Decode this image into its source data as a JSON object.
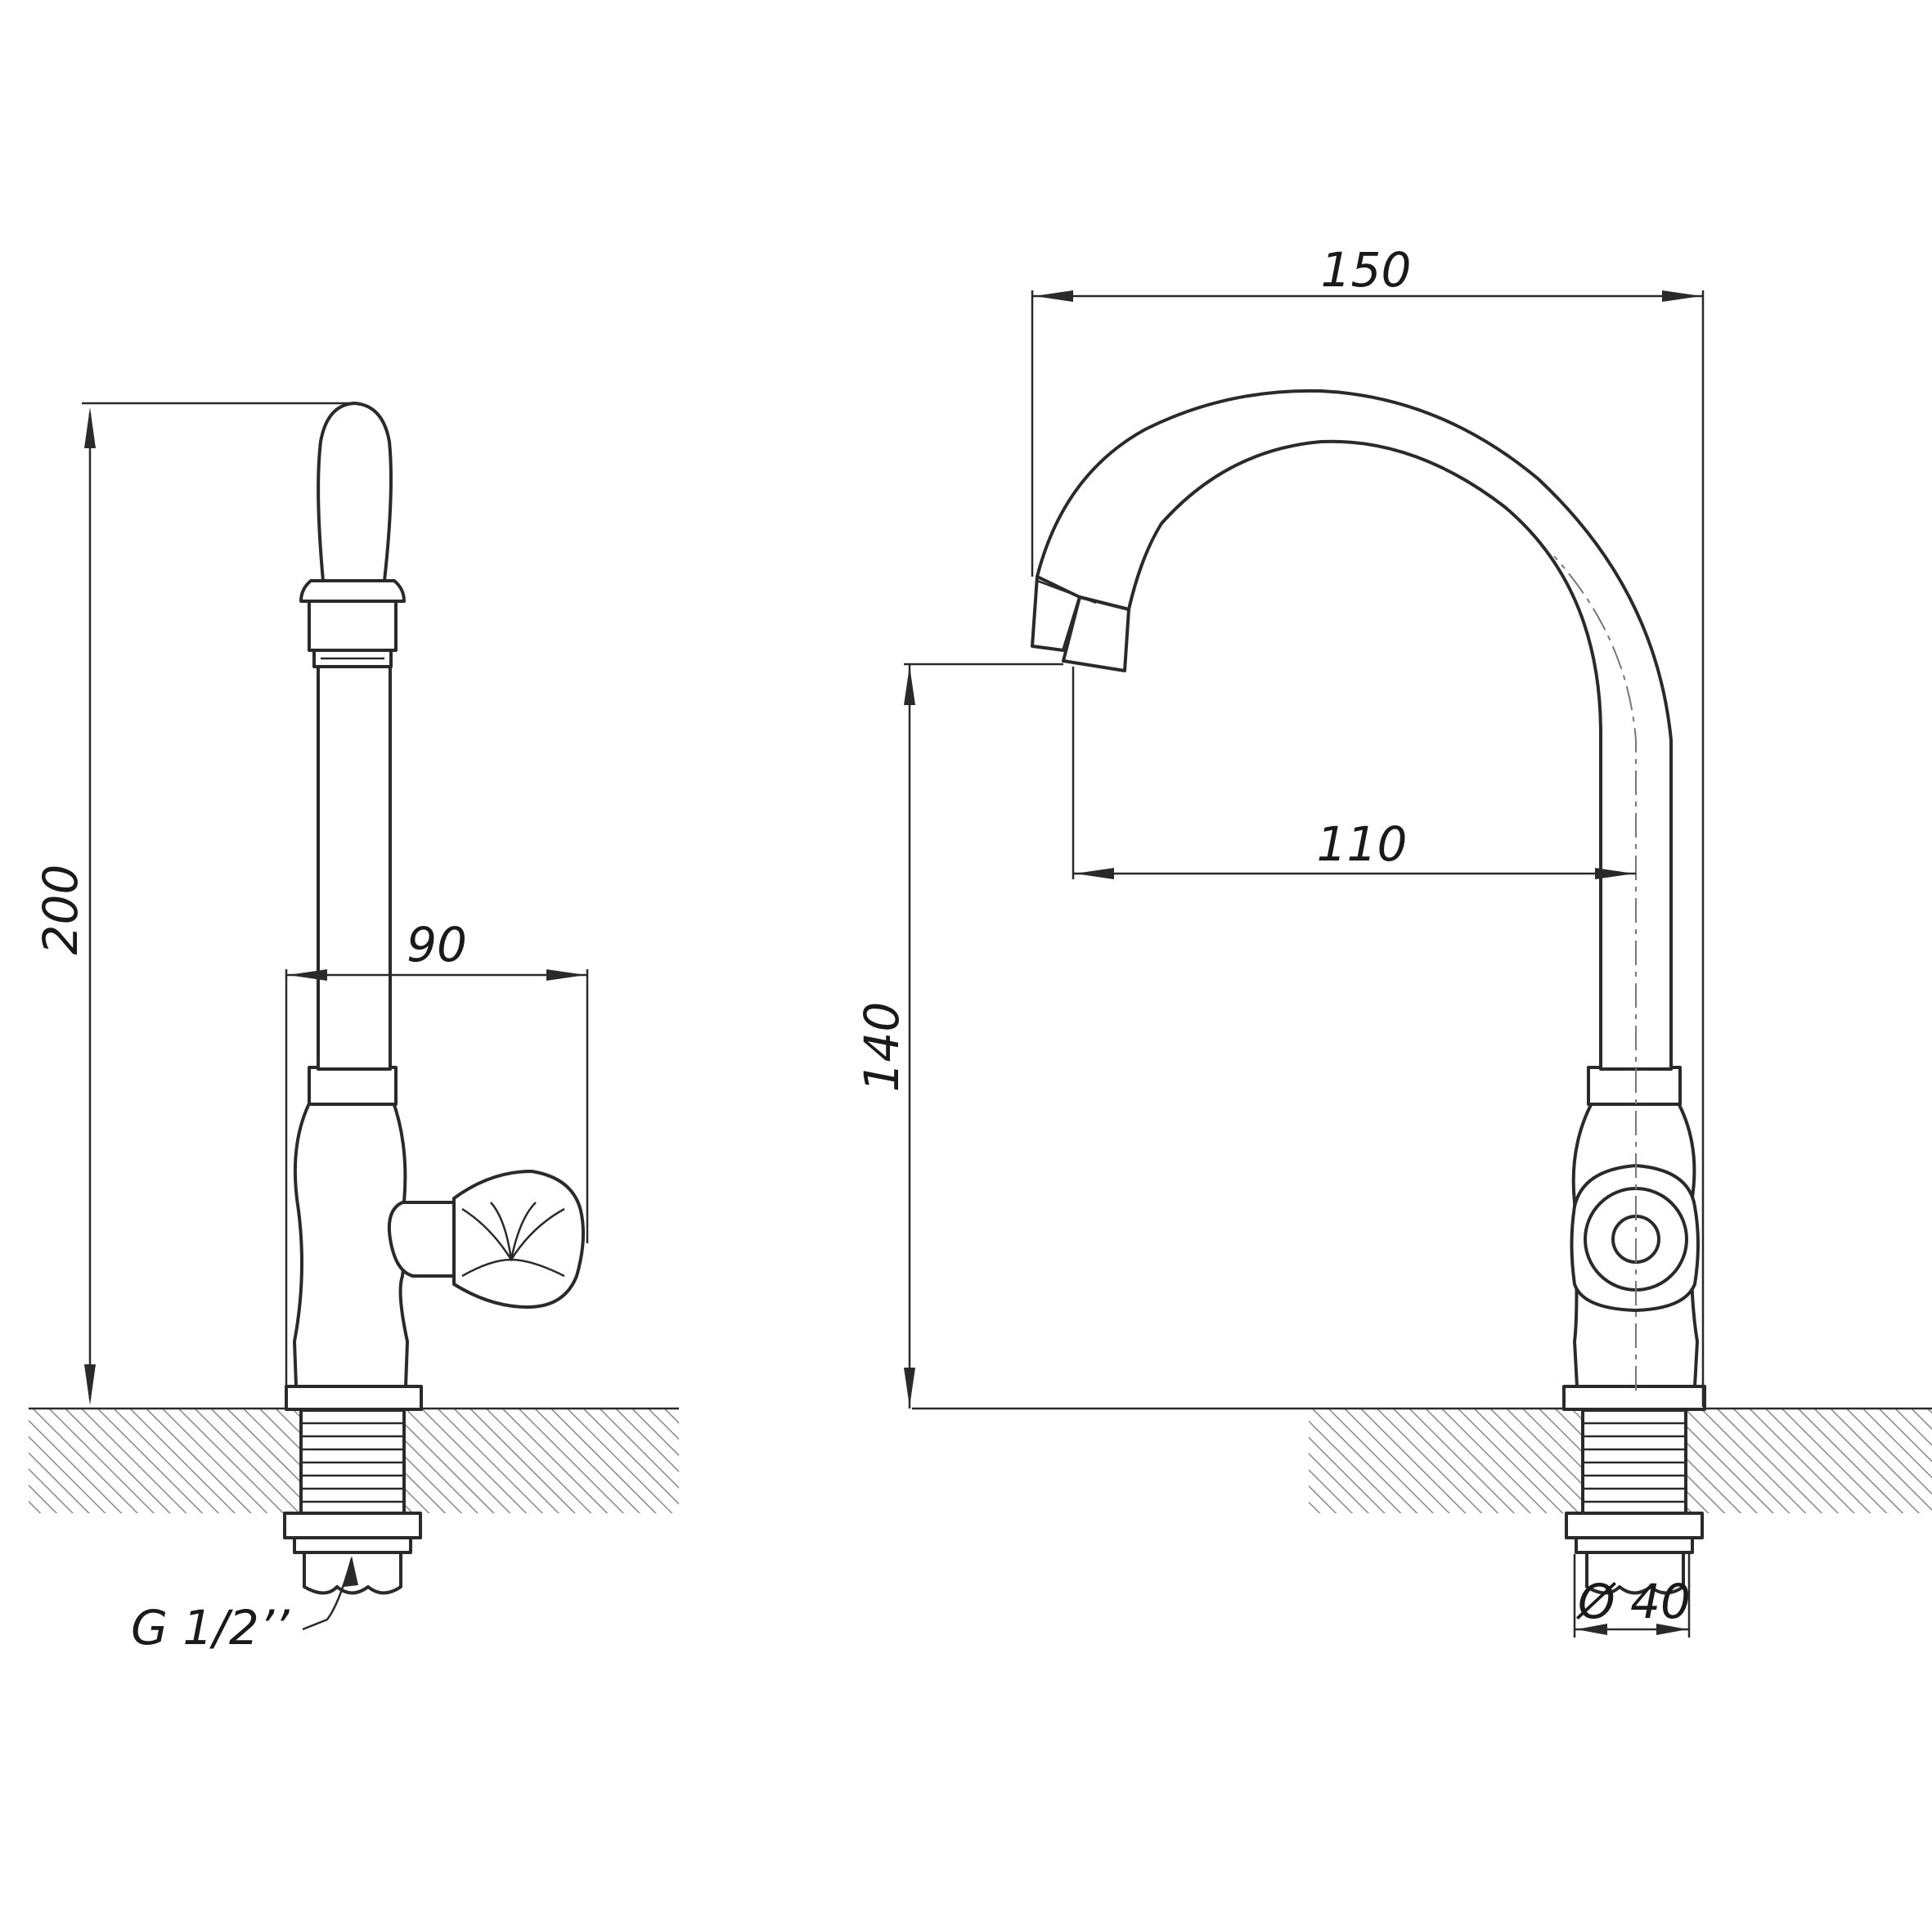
{
  "dimensions": {
    "side_height": "200",
    "side_projection": "90",
    "front_width": "150",
    "front_reach": "110",
    "front_spout_height": "140",
    "base_diameter": "Ø 40",
    "thread": "G 1/2’’"
  },
  "colors": {
    "line": "#2a2a2a",
    "hatch": "#888888",
    "background": "#ffffff"
  }
}
